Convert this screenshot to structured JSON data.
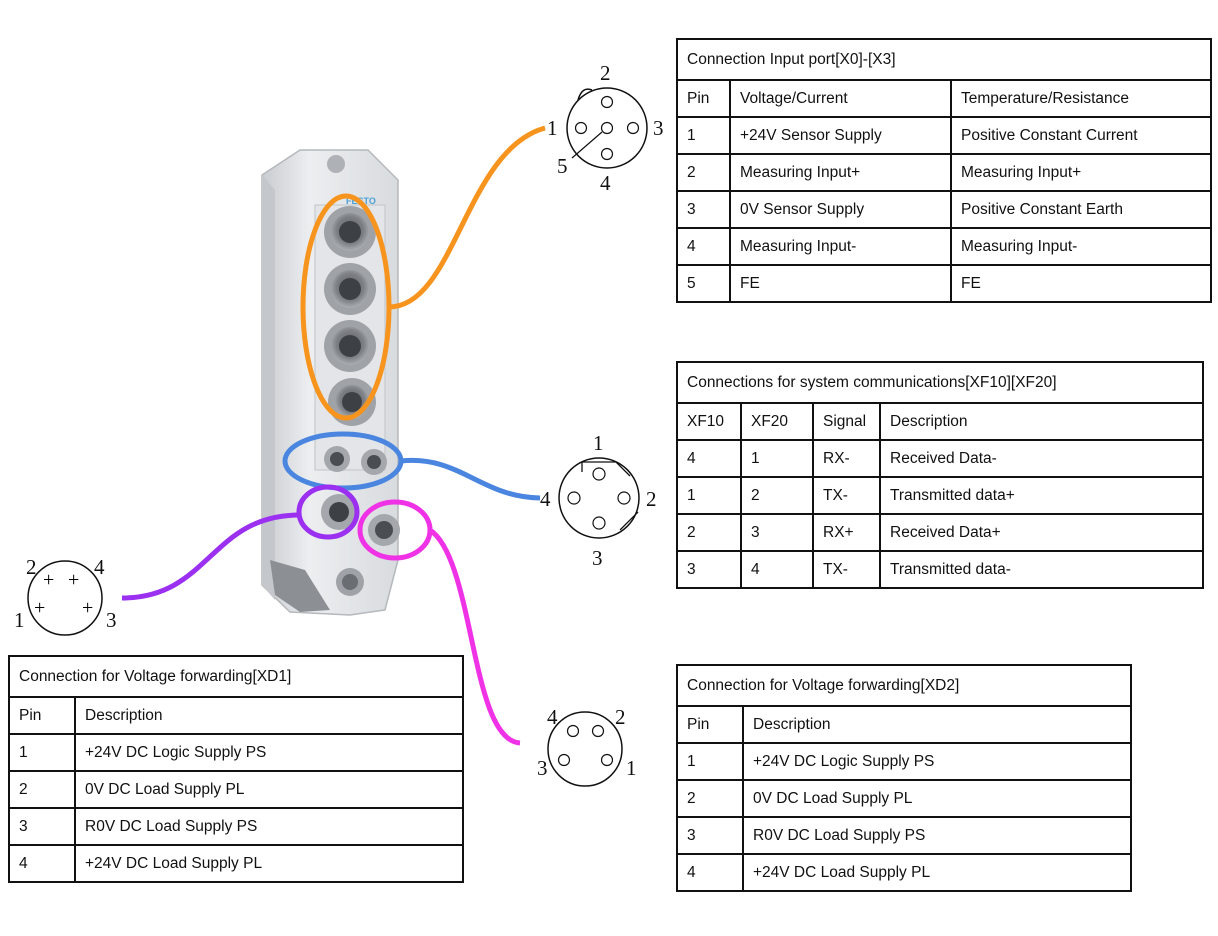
{
  "connectors": {
    "input": {
      "pins": [
        "1",
        "2",
        "3",
        "4",
        "5"
      ]
    },
    "comm": {
      "pins": [
        "1",
        "2",
        "3",
        "4"
      ]
    },
    "xd1": {
      "pins": [
        "1",
        "2",
        "3",
        "4"
      ]
    },
    "xd2": {
      "pins": [
        "1",
        "2",
        "3",
        "4"
      ]
    }
  },
  "colors": {
    "input_highlight": "#f7941d",
    "comm_highlight": "#4a86e0",
    "xd1_highlight": "#9b30f0",
    "xd2_highlight": "#f032e6"
  },
  "input_table": {
    "title": "Connection Input port[X0]-[X3]",
    "headers": [
      "Pin",
      "Voltage/Current",
      "Temperature/Resistance"
    ],
    "rows": [
      [
        "1",
        "+24V Sensor Supply",
        "Positive Constant Current"
      ],
      [
        "2",
        "Measuring Input+",
        "Measuring Input+"
      ],
      [
        "3",
        "0V Sensor Supply",
        "Positive Constant Earth"
      ],
      [
        "4",
        "Measuring Input-",
        "Measuring Input-"
      ],
      [
        "5",
        "FE",
        "FE"
      ]
    ]
  },
  "comm_table": {
    "title": "Connections for system communications[XF10][XF20]",
    "headers": [
      "XF10",
      "XF20",
      "Signal",
      "Description"
    ],
    "rows": [
      [
        "4",
        "1",
        "RX-",
        "Received Data-"
      ],
      [
        "1",
        "2",
        "TX-",
        "Transmitted data+"
      ],
      [
        "2",
        "3",
        "RX+",
        "Received Data+"
      ],
      [
        "3",
        "4",
        "TX-",
        "Transmitted data-"
      ]
    ]
  },
  "xd1_table": {
    "title": "Connection for Voltage forwarding[XD1]",
    "headers": [
      "Pin",
      "Description"
    ],
    "rows": [
      [
        "1",
        "+24V DC Logic Supply PS"
      ],
      [
        "2",
        "0V DC Load Supply PL"
      ],
      [
        "3",
        "R0V DC Load Supply PS"
      ],
      [
        "4",
        "+24V DC Load Supply PL"
      ]
    ]
  },
  "xd2_table": {
    "title": "Connection for Voltage forwarding[XD2]",
    "headers": [
      "Pin",
      "Description"
    ],
    "rows": [
      [
        "1",
        "+24V DC Logic Supply PS"
      ],
      [
        "2",
        "0V DC Load Supply PL"
      ],
      [
        "3",
        "R0V DC Load Supply PS"
      ],
      [
        "4",
        "+24V DC Load Supply PL"
      ]
    ]
  },
  "device": {
    "brand": "FESTO"
  }
}
